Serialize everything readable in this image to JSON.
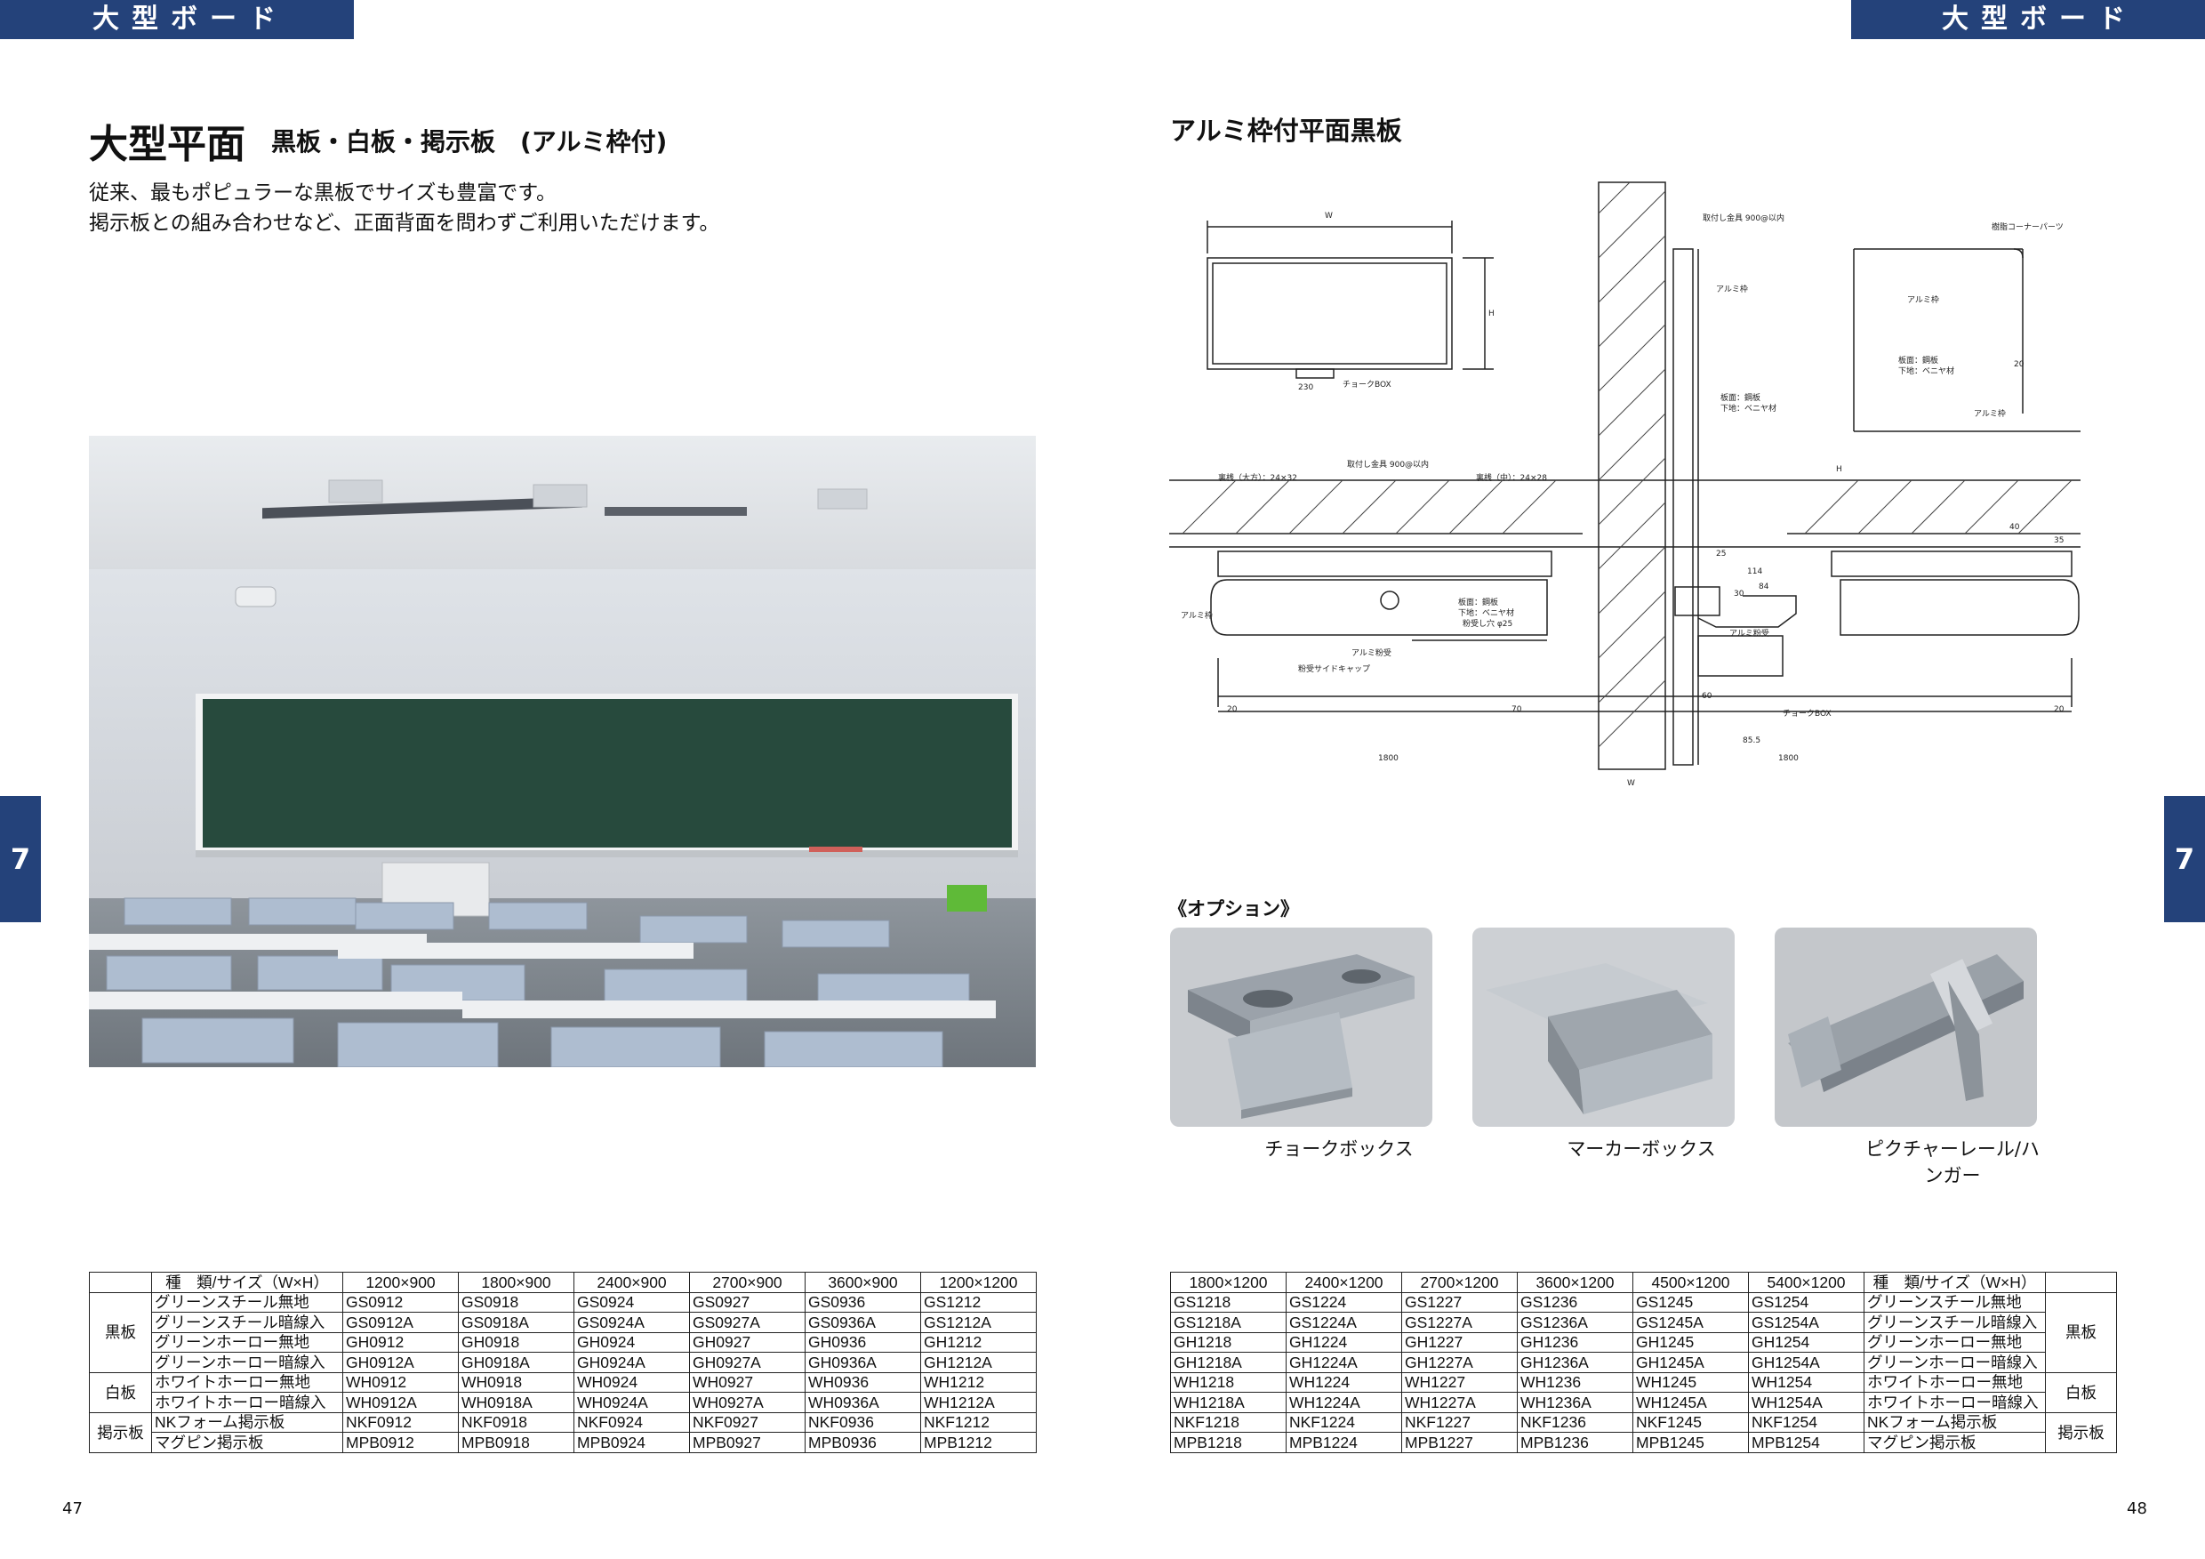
{
  "header": {
    "left": "大型ボード",
    "right": "大型ボード"
  },
  "section_number": {
    "left": "7",
    "right": "7"
  },
  "left_page": {
    "title": "大型平面",
    "subtitle": "黒板・白板・掲示板　(アルミ枠付)",
    "description": [
      "従来、最もポピュラーな黒板でサイズも豊富です。",
      "掲示板との組み合わせなど、正面背面を問わずご利用いただけます。"
    ],
    "page_number": "47"
  },
  "right_page": {
    "title": "アルミ枠付平面黒板",
    "options_label": "《オプション》",
    "options": [
      {
        "caption": "チョークボックス"
      },
      {
        "caption": "マーカーボックス"
      },
      {
        "caption": "ピクチャーレール/ハンガー"
      }
    ],
    "page_number": "48"
  },
  "drawing_labels": {
    "w": "W",
    "h": "H",
    "chalk_box_dim": "230",
    "chalk_box": "チョークBOX",
    "mount": "取付し金具 900@以内",
    "aluminum_frame": "アルミ枠",
    "panel": "板面：鋼板",
    "base": "下地：ベニヤ材",
    "corner_parts": "樹脂コーナーパーツ",
    "rib_l": "裏桟（大方）：24×32",
    "rib_m": "裏桟（中）：24×28",
    "mount2": "取付し金具 900@以内",
    "trough": "粉受",
    "trough2": "アルミ粉受",
    "trough_cap": "粉受サイドキャップ",
    "chalk_hole": "粉受し穴 φ25",
    "d20": "20",
    "d30": "30",
    "d35": "35",
    "d40": "40",
    "d60": "60",
    "d70": "70",
    "d84": "84",
    "d114": "114",
    "d25": "25",
    "d855": "85.5",
    "d1800a": "1800",
    "d1800b": "1800",
    "chalk_box2": "チョークBOX"
  },
  "left_table": {
    "header": [
      "種　類/サイズ（W×H）",
      "1200×900",
      "1800×900",
      "2400×900",
      "2700×900",
      "3600×900",
      "1200×1200"
    ],
    "groups": [
      {
        "category": "黒板",
        "rows": [
          [
            "グリーンスチール無地",
            "GS0912",
            "GS0918",
            "GS0924",
            "GS0927",
            "GS0936",
            "GS1212"
          ],
          [
            "グリーンスチール暗線入",
            "GS0912A",
            "GS0918A",
            "GS0924A",
            "GS0927A",
            "GS0936A",
            "GS1212A"
          ],
          [
            "グリーンホーロー無地",
            "GH0912",
            "GH0918",
            "GH0924",
            "GH0927",
            "GH0936",
            "GH1212"
          ],
          [
            "グリーンホーロー暗線入",
            "GH0912A",
            "GH0918A",
            "GH0924A",
            "GH0927A",
            "GH0936A",
            "GH1212A"
          ]
        ]
      },
      {
        "category": "白板",
        "rows": [
          [
            "ホワイトホーロー無地",
            "WH0912",
            "WH0918",
            "WH0924",
            "WH0927",
            "WH0936",
            "WH1212"
          ],
          [
            "ホワイトホーロー暗線入",
            "WH0912A",
            "WH0918A",
            "WH0924A",
            "WH0927A",
            "WH0936A",
            "WH1212A"
          ]
        ]
      },
      {
        "category": "掲示板",
        "rows": [
          [
            "NKフォーム掲示板",
            "NKF0912",
            "NKF0918",
            "NKF0924",
            "NKF0927",
            "NKF0936",
            "NKF1212"
          ],
          [
            "マグピン掲示板",
            "MPB0912",
            "MPB0918",
            "MPB0924",
            "MPB0927",
            "MPB0936",
            "MPB1212"
          ]
        ]
      }
    ]
  },
  "right_table": {
    "header": [
      "1800×1200",
      "2400×1200",
      "2700×1200",
      "3600×1200",
      "4500×1200",
      "5400×1200",
      "種　類/サイズ（W×H）"
    ],
    "groups": [
      {
        "category": "黒板",
        "rows": [
          [
            "GS1218",
            "GS1224",
            "GS1227",
            "GS1236",
            "GS1245",
            "GS1254",
            "グリーンスチール無地"
          ],
          [
            "GS1218A",
            "GS1224A",
            "GS1227A",
            "GS1236A",
            "GS1245A",
            "GS1254A",
            "グリーンスチール暗線入"
          ],
          [
            "GH1218",
            "GH1224",
            "GH1227",
            "GH1236",
            "GH1245",
            "GH1254",
            "グリーンホーロー無地"
          ],
          [
            "GH1218A",
            "GH1224A",
            "GH1227A",
            "GH1236A",
            "GH1245A",
            "GH1254A",
            "グリーンホーロー暗線入"
          ]
        ]
      },
      {
        "category": "白板",
        "rows": [
          [
            "WH1218",
            "WH1224",
            "WH1227",
            "WH1236",
            "WH1245",
            "WH1254",
            "ホワイトホーロー無地"
          ],
          [
            "WH1218A",
            "WH1224A",
            "WH1227A",
            "WH1236A",
            "WH1245A",
            "WH1254A",
            "ホワイトホーロー暗線入"
          ]
        ]
      },
      {
        "category": "掲示板",
        "rows": [
          [
            "NKF1218",
            "NKF1224",
            "NKF1227",
            "NKF1236",
            "NKF1245",
            "NKF1254",
            "NKフォーム掲示板"
          ],
          [
            "MPB1218",
            "MPB1224",
            "MPB1227",
            "MPB1236",
            "MPB1245",
            "MPB1254",
            "マグピン掲示板"
          ]
        ]
      }
    ]
  }
}
